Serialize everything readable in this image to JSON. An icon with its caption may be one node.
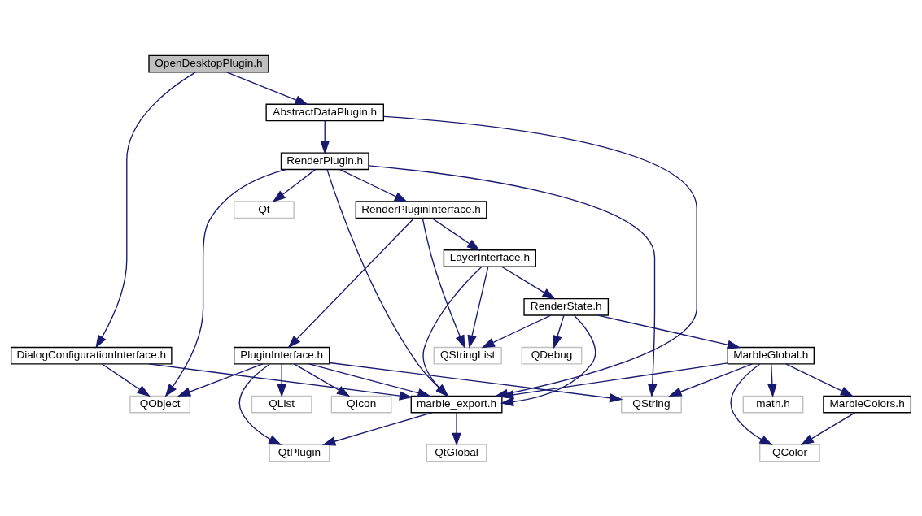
{
  "diagram": {
    "nodes": [
      {
        "text": [
          "OpenDesktopPlugin.h"
        ]
      },
      {
        "text": [
          "AbstractDataPlugin.h"
        ]
      },
      {
        "text": [
          "RenderPlugin.h"
        ]
      },
      {
        "text": [
          "Qt"
        ]
      },
      {
        "text": [
          "RenderPluginInterface.h"
        ]
      },
      {
        "text": [
          "LayerInterface.h"
        ]
      },
      {
        "text": [
          "RenderState.h"
        ]
      },
      {
        "text": [
          "QDebug"
        ]
      },
      {
        "text": [
          "QStringList"
        ]
      },
      {
        "text": [
          "PluginInterface.h"
        ]
      },
      {
        "text": [
          "DialogConfigurationInterface.h"
        ]
      },
      {
        "text": [
          "MarbleGlobal.h"
        ]
      },
      {
        "text": [
          "math.h"
        ]
      },
      {
        "text": [
          "MarbleColors.h"
        ]
      },
      {
        "text": [
          "QString"
        ]
      },
      {
        "text": [
          "marble_export.h"
        ]
      },
      {
        "text": [
          "QList"
        ]
      },
      {
        "text": [
          "QIcon"
        ]
      },
      {
        "text": [
          "QObject"
        ]
      },
      {
        "text": [
          "QColor"
        ]
      },
      {
        "text": [
          "QtGlobal"
        ]
      },
      {
        "text": [
          "QtPlugin"
        ]
      }
    ],
    "edges": [
      {
        "from": 0,
        "to": 1,
        "arrow": "to"
      },
      {
        "from": 0,
        "to": 10,
        "arrow": "to"
      },
      {
        "from": 1,
        "to": 2,
        "arrow": "to"
      },
      {
        "from": 1,
        "to": 15,
        "arrow": "to"
      },
      {
        "from": 2,
        "to": 14,
        "arrow": "to"
      },
      {
        "from": 2,
        "to": 15,
        "arrow": "to"
      },
      {
        "from": 2,
        "to": 3,
        "arrow": "to"
      },
      {
        "from": 2,
        "to": 4,
        "arrow": "to"
      },
      {
        "from": 2,
        "to": 18,
        "arrow": "to"
      },
      {
        "from": 4,
        "to": 8,
        "arrow": "to"
      },
      {
        "from": 4,
        "to": 5,
        "arrow": "to"
      },
      {
        "from": 4,
        "to": 9,
        "arrow": "to"
      },
      {
        "from": 5,
        "to": 6,
        "arrow": "to"
      },
      {
        "from": 5,
        "to": 8,
        "arrow": "to"
      },
      {
        "from": 5,
        "to": 15,
        "arrow": "to"
      },
      {
        "from": 6,
        "to": 11,
        "arrow": "to"
      },
      {
        "from": 6,
        "to": 7,
        "arrow": "to"
      },
      {
        "from": 6,
        "to": 8,
        "arrow": "to"
      },
      {
        "from": 6,
        "to": 15,
        "arrow": "to"
      },
      {
        "from": 11,
        "to": 13,
        "arrow": "to"
      },
      {
        "from": 11,
        "to": 12,
        "arrow": "to"
      },
      {
        "from": 11,
        "to": 19,
        "arrow": "to"
      },
      {
        "from": 11,
        "to": 14,
        "arrow": "to"
      },
      {
        "from": 11,
        "to": 15,
        "arrow": "to"
      },
      {
        "from": 9,
        "to": 14,
        "arrow": "to"
      },
      {
        "from": 9,
        "to": 15,
        "arrow": "to"
      },
      {
        "from": 9,
        "to": 16,
        "arrow": "to"
      },
      {
        "from": 9,
        "to": 17,
        "arrow": "to"
      },
      {
        "from": 9,
        "to": 18,
        "arrow": "to"
      },
      {
        "from": 9,
        "to": 21,
        "arrow": "to"
      },
      {
        "from": 10,
        "to": 15,
        "arrow": "to"
      },
      {
        "from": 10,
        "to": 18,
        "arrow": "to"
      },
      {
        "from": 13,
        "to": 19,
        "arrow": "to"
      },
      {
        "from": 15,
        "to": 20,
        "arrow": "to"
      },
      {
        "from": 15,
        "to": 21,
        "arrow": "to"
      }
    ]
  }
}
